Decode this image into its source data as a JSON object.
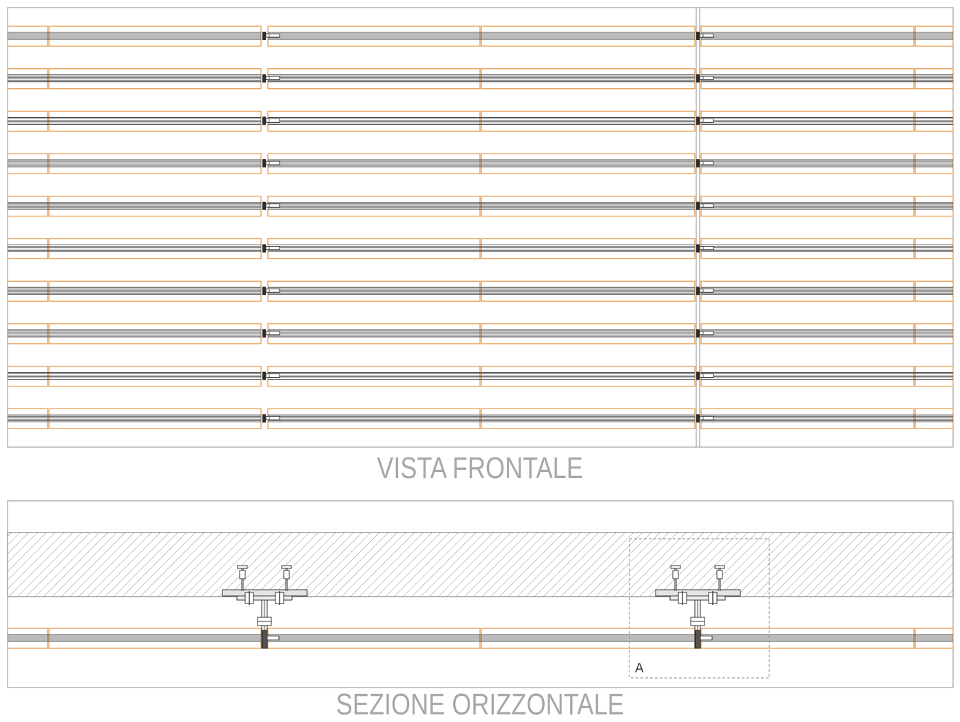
{
  "drawing": {
    "views": [
      {
        "id": "front",
        "caption": "VISTA FRONTALE"
      },
      {
        "id": "section",
        "caption": "SEZIONE ORIZZONTALE"
      }
    ],
    "detail_label": "A",
    "colors": {
      "wood_outline": "#e8a35a",
      "steel_lines": "#4a4a4a",
      "frame": "#8c8c8c",
      "hatch": "#8f8f8f",
      "caption": "#a7a7a7"
    },
    "front_view": {
      "slat_rows": 10
    }
  }
}
